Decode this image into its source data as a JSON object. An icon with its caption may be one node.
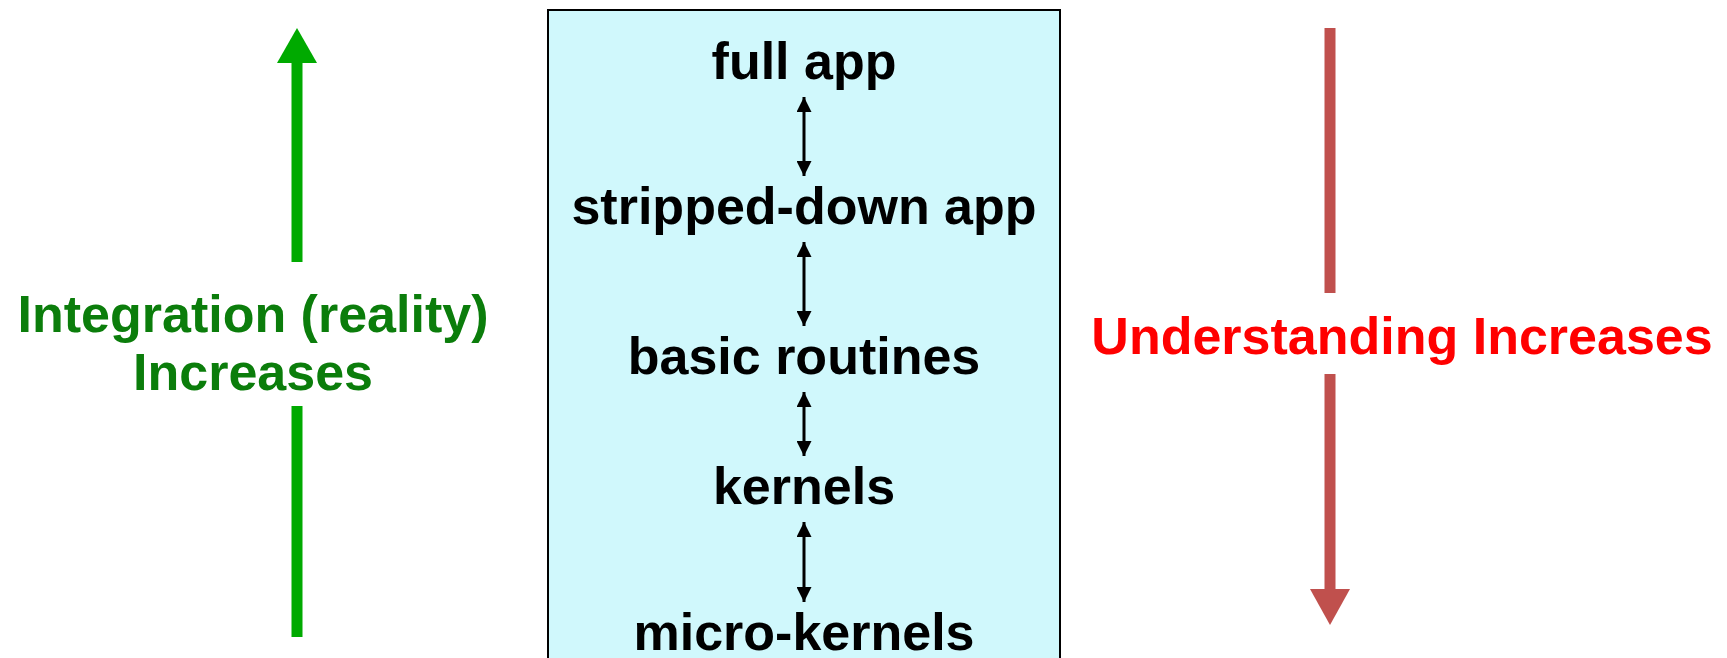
{
  "diagram": {
    "nodes": [
      {
        "text": [],
        "shape": "box"
      },
      {
        "text": [
          "full app"
        ],
        "in": 0
      },
      {
        "text": [
          "stripped-down app"
        ],
        "in": 0
      },
      {
        "text": [
          "basic routines"
        ],
        "in": 0
      },
      {
        "text": [
          "kernels"
        ],
        "in": 0
      },
      {
        "text": [
          "micro-kernels"
        ],
        "in": 0
      }
    ],
    "edges": [
      {
        "from": 1,
        "to": 2,
        "arrow": "both"
      },
      {
        "from": 2,
        "to": 3,
        "arrow": "both"
      },
      {
        "from": 3,
        "to": 4,
        "arrow": "both"
      },
      {
        "from": 4,
        "to": 5,
        "arrow": "both"
      }
    ],
    "labels": [
      "Integration (reality) Increases",
      "Understanding Increases"
    ]
  }
}
